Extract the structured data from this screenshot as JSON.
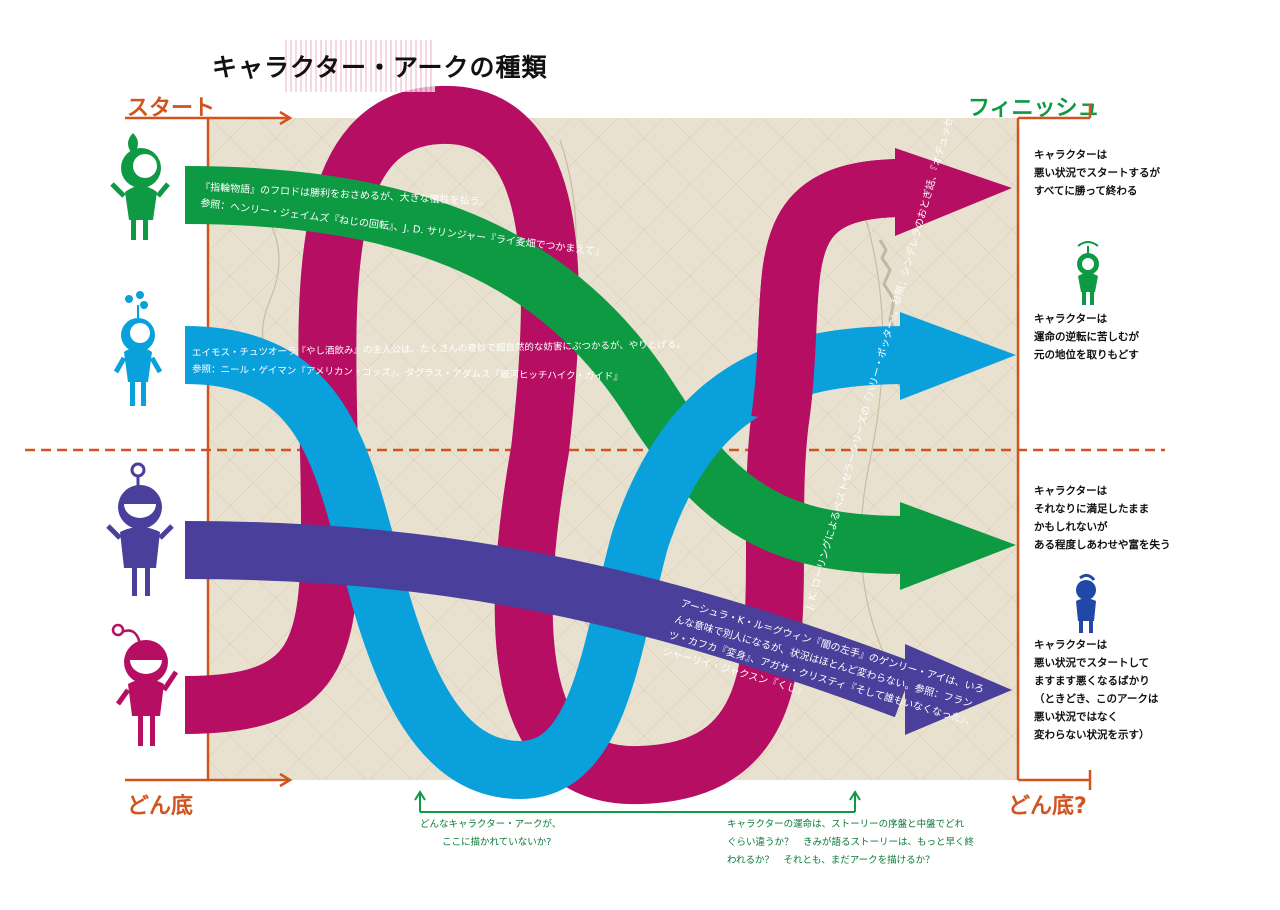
{
  "title": "キャラクター・アークの種類",
  "labels": {
    "start": "スタート",
    "finish": "フィニッシュ",
    "bottom_left": "どん底",
    "bottom_right": "どん底?"
  },
  "arcs": {
    "green": "『指輪物語』のフロドは勝利をおさめるが、大きな犠牲を払う。",
    "green_ref": "参照：ヘンリー・ジェイムズ『ねじの回転』、J. D. サリンジャー『ライ麦畑でつかまえて』",
    "blue": "エイモス・チュツオーラ『やし酒飲み』の主人公は、たくさんの奇妙で超自然的な妨害にぶつかるが、やりとげる。",
    "blue_ref": "参照：ニール・ゲイマン『アメリカン・ゴッズ』、ダグラス・アダムス『銀河ヒッチハイク・ガイド』",
    "magenta": "J. K. ローリングによるベストセラーシリーズの『ハリー・ポッター』。参照：シンデレラのおとぎ話、『オデュッセイア』のオデュッセウス",
    "purple_1": "アーシュラ・K・ル＝グウィン『闇の左手』のゲンリー・アイは、いろ",
    "purple_2": "んな意味で別人になるが、状況はほとんど変わらない。参照：フラン",
    "purple_3": "ツ・カフカ『変身』、アガサ・クリスティ『そして誰もいなくなった』、",
    "purple_4": "シャーリイ・ジャクスン『くじ』"
  },
  "outcomes": {
    "magenta": [
      "キャラクターは",
      "悪い状況でスタートするが",
      "すべてに勝って終わる"
    ],
    "blue": [
      "キャラクターは",
      "運命の逆転に苦しむが",
      "元の地位を取りもどす"
    ],
    "green": [
      "キャラクターは",
      "それなりに満足したまま",
      "かもしれないが",
      "ある程度しあわせや富を失う"
    ],
    "purple": [
      "キャラクターは",
      "悪い状況でスタートして",
      "ますます悪くなるばかり",
      "（ときどき、このアークは",
      "悪い状況ではなく",
      "変わらない状況を示す）"
    ]
  },
  "notes": {
    "left": [
      "どんなキャラクター・アークが、",
      "ここに描かれていないか?"
    ],
    "right": [
      "キャラクターの運命は、ストーリーの序盤と中盤でどれ",
      "ぐらい違うか？　きみが語るストーリーは、もっと早く終",
      "われるか？　それとも、まだアークを描けるか？"
    ]
  },
  "colors": {
    "magenta": "#b50e63",
    "green": "#0e9a43",
    "blue": "#0aa0dc",
    "purple": "#4a3f9a",
    "orange": "#d0541e"
  }
}
